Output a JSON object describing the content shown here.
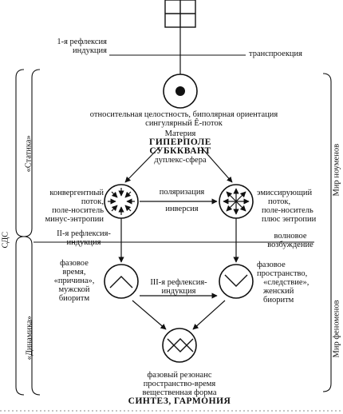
{
  "top": {
    "reflexion_1": [
      "1-я рефлексия",
      "индукция"
    ],
    "transprojection": "трансп­роекция"
  },
  "statics": {
    "label": "«Статика»",
    "center_desc": [
      "относительная целостность, биполярная ориентация",
      "сингулярный Ê-поток"
    ],
    "matter": [
      "Материя",
      "ГИПЕРПОЛЕ",
      "СУБККВАНТ",
      "дуплекс-сфера"
    ],
    "left_node": [
      "конвергентный",
      "поток,",
      "поле-носитель",
      "минус-энтропии"
    ],
    "right_node": [
      "эмиссирующий",
      "поток,",
      "поле-носитель",
      "плюс энтропии"
    ],
    "middle_arrow": [
      "поляризация",
      "инверсия"
    ]
  },
  "middle": {
    "reflexion_2": [
      "II-я рефлексия-",
      "индукция"
    ],
    "wave": [
      "волновое",
      "возбуждение"
    ],
    "side_label": "СДС"
  },
  "dynamics": {
    "label": "«Динамика»",
    "left_node": [
      "фазовое",
      "время,",
      "«причина»,",
      "мужской",
      "биоритм"
    ],
    "right_node": [
      "фазовое",
      "пространство,",
      "«следствие»,",
      "женский",
      "биоритм"
    ],
    "reflexion_3": [
      "III-я рефлексия-",
      "индукция"
    ],
    "bottom": [
      "фазовый резонанс",
      "пространство-время",
      "вещественная форма"
    ],
    "synthesis": "СИНТЕЗ, ГАРМОНИЯ"
  },
  "right_labels": {
    "noumena": "Мир ноуменов",
    "phenomena": "Мир феноменов"
  }
}
